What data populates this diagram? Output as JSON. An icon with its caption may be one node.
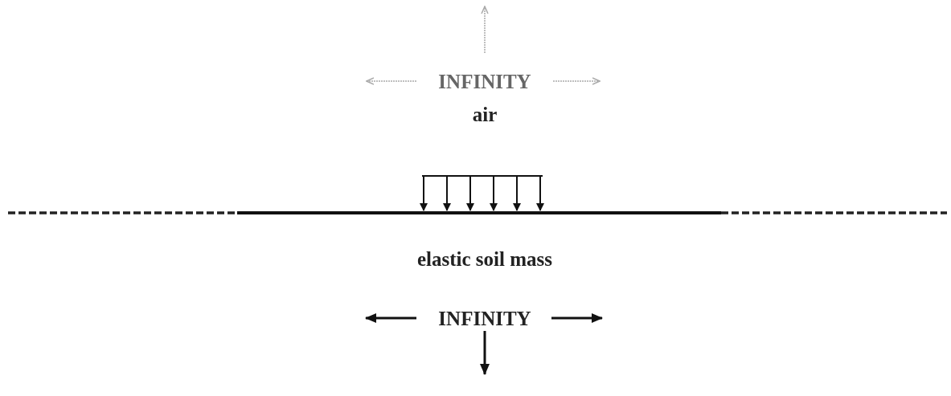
{
  "diagram": {
    "labels": [
      "INFINITY",
      "air",
      "elastic soil mass",
      "INFINITY"
    ]
  }
}
